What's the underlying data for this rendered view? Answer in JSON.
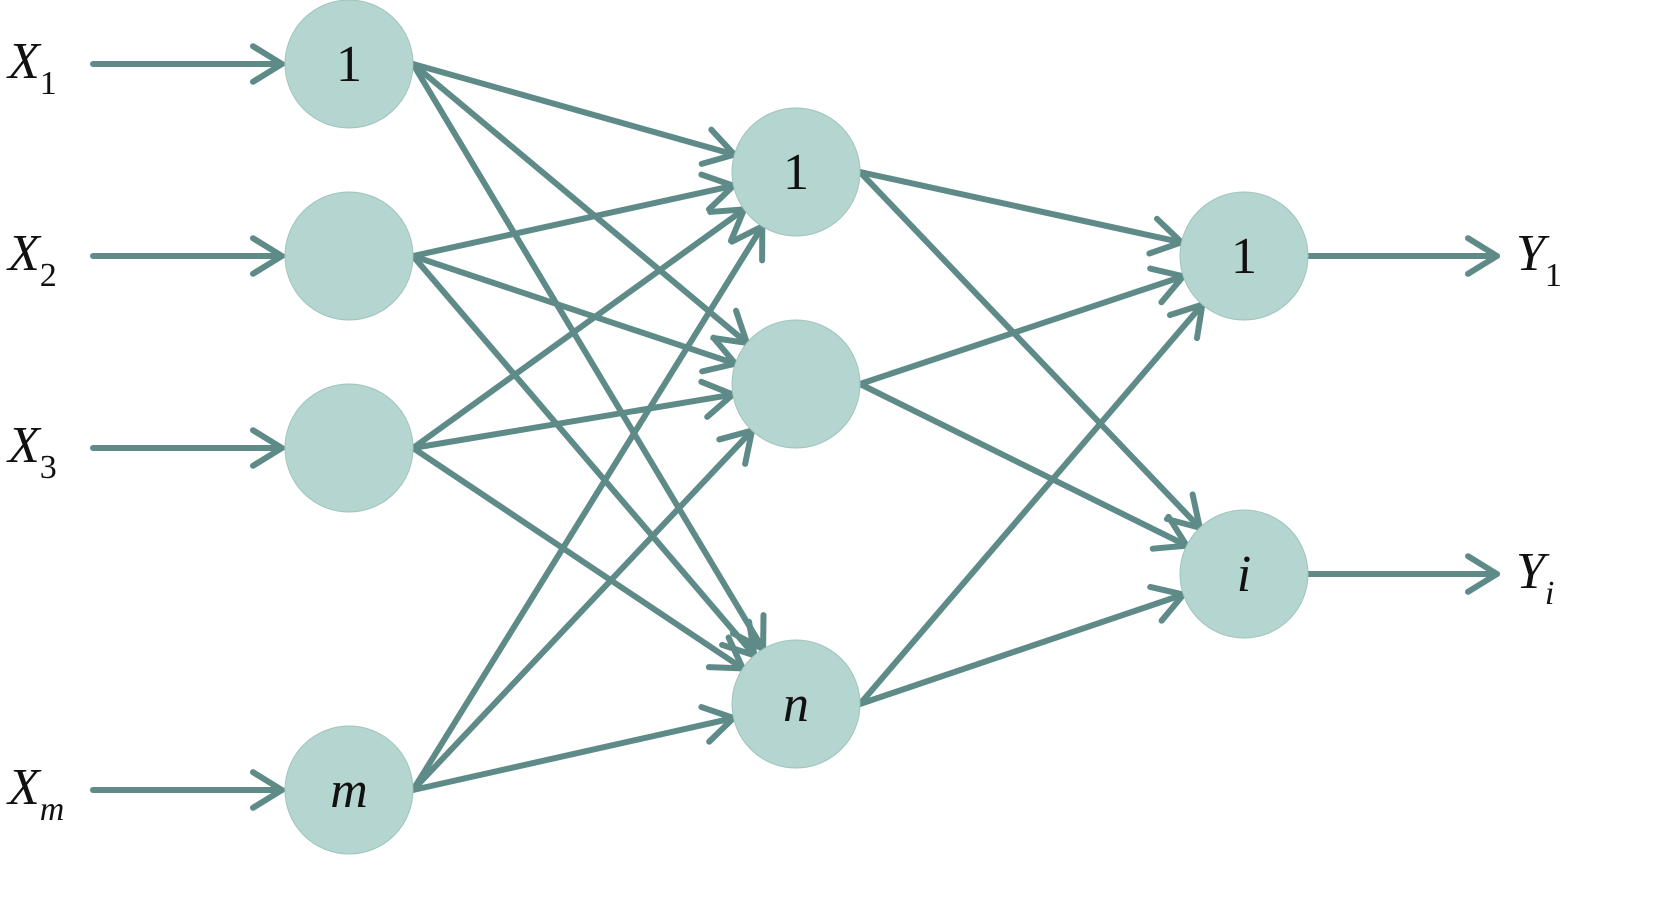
{
  "inputs": [
    {
      "main": "X",
      "sub": "1",
      "sub_italic": false
    },
    {
      "main": "X",
      "sub": "2",
      "sub_italic": false
    },
    {
      "main": "X",
      "sub": "3",
      "sub_italic": false
    },
    {
      "main": "X",
      "sub": "m",
      "sub_italic": true
    }
  ],
  "input_layer": [
    {
      "label": "1",
      "italic": false
    },
    {
      "label": "",
      "italic": false
    },
    {
      "label": "",
      "italic": false
    },
    {
      "label": "m",
      "italic": true
    }
  ],
  "hidden_layer": [
    {
      "label": "1",
      "italic": false
    },
    {
      "label": "",
      "italic": false
    },
    {
      "label": "n",
      "italic": true
    }
  ],
  "output_layer": [
    {
      "label": "1",
      "italic": false
    },
    {
      "label": "i",
      "italic": true
    }
  ],
  "outputs": [
    {
      "main": "Y",
      "sub": "1",
      "sub_italic": false
    },
    {
      "main": "Y",
      "sub": "i",
      "sub_italic": true
    }
  ],
  "colors": {
    "edge": "#5e8b88",
    "node_fill": "#b5d6d0",
    "text": "#111111"
  }
}
